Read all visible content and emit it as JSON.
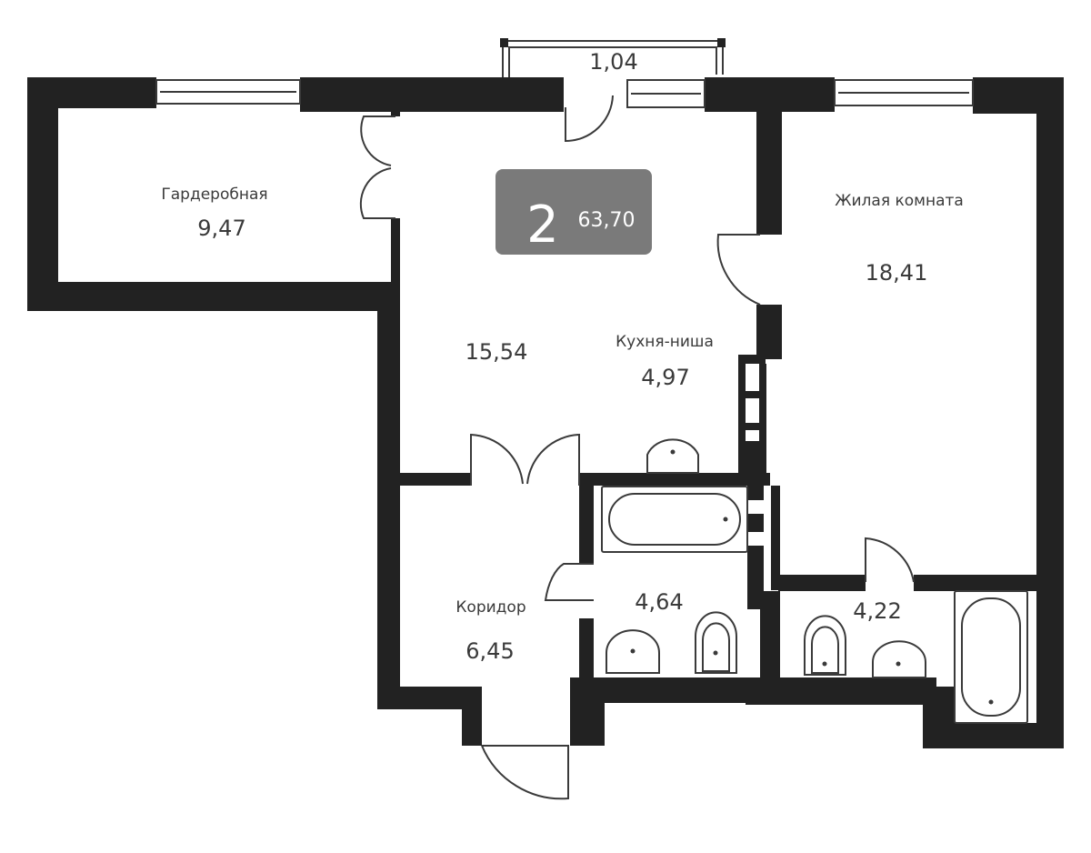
{
  "badge": {
    "rooms": "2",
    "total_area": "63,70",
    "color": "#7a7a7a"
  },
  "rooms": {
    "wardrobe": {
      "name": "Гардеробная",
      "area": "9,47"
    },
    "living_kitchen": {
      "area": "15,54"
    },
    "kitchen_niche": {
      "name": "Кухня-ниша",
      "area": "4,97"
    },
    "bedroom": {
      "name": "Жилая комната",
      "area": "18,41"
    },
    "corridor": {
      "name": "Коридор",
      "area": "6,45"
    },
    "bathroom_1": {
      "area": "4,64"
    },
    "bathroom_2": {
      "area": "4,22"
    },
    "balcony": {
      "area": "1,04"
    }
  },
  "colors": {
    "wall": "#222222",
    "line": "#3a3a3a",
    "badge": "#7a7a7a"
  }
}
